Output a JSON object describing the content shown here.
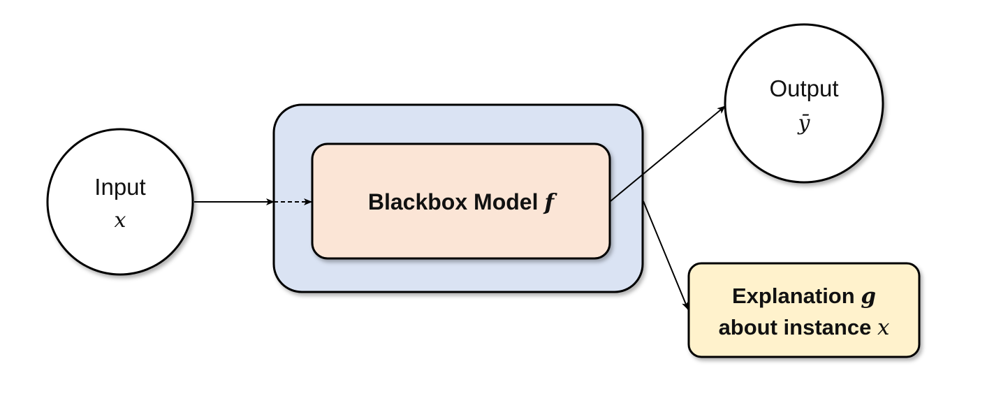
{
  "input_node": {
    "label": "Input",
    "symbol": "x"
  },
  "model_node": {
    "label": "Blackbox Model",
    "symbol": "f"
  },
  "output_node": {
    "label": "Output",
    "symbol": "ȳ"
  },
  "explanation_node": {
    "line1": "Explanation",
    "line1_symbol": "g",
    "line2": "about instance",
    "line2_symbol": "x"
  },
  "colors": {
    "outer_box_fill": "#dae3f3",
    "model_box_fill": "#fbe5d6",
    "explanation_box_fill": "#fff2cc",
    "stroke": "#000000"
  }
}
